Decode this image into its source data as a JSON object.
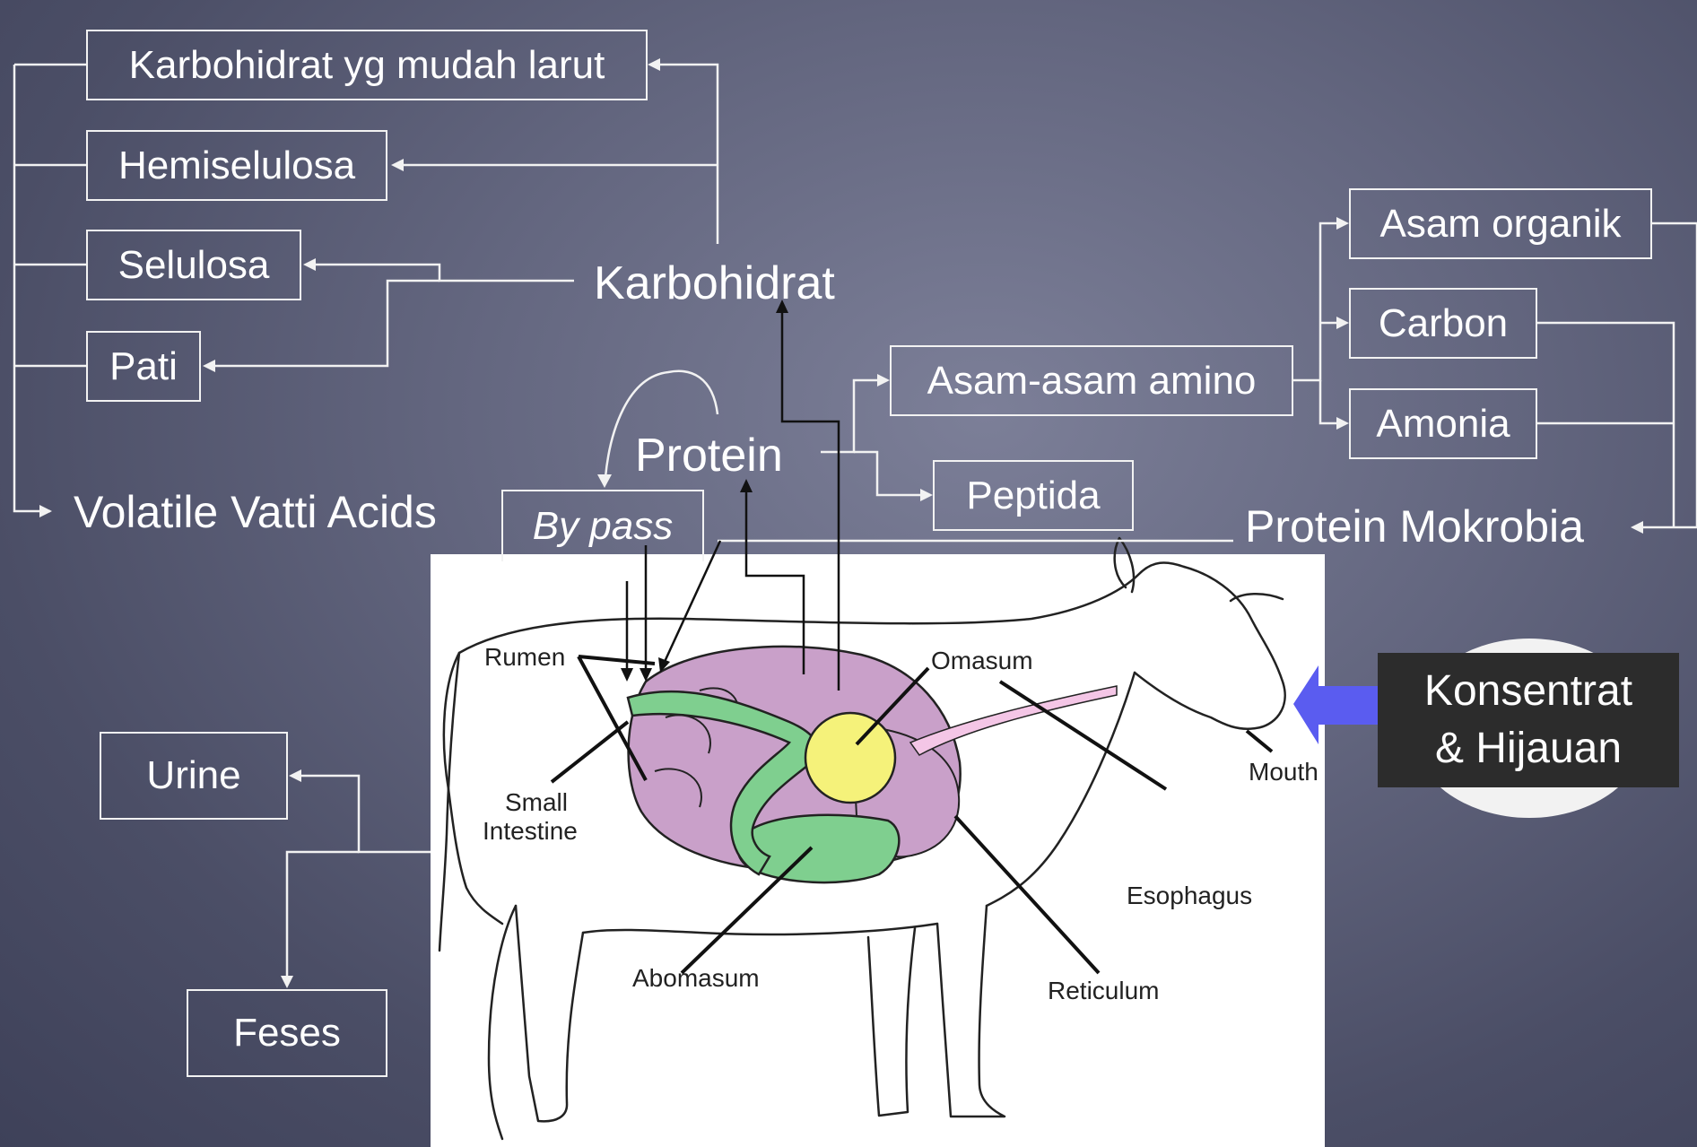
{
  "nodes": {
    "karbohidrat_mudah": "Karbohidrat yg mudah larut",
    "hemiselulosa": "Hemiselulosa",
    "selulosa": "Selulosa",
    "pati": "Pati",
    "karbohidrat": "Karbohidrat",
    "protein": "Protein",
    "vfa": "Volatile Vatti Acids",
    "bypass": "By pass",
    "asam_amino": "Asam-asam amino",
    "peptida": "Peptida",
    "asam_organik": "Asam organik",
    "carbon": "Carbon",
    "amonia": "Amonia",
    "protein_mikrobia": "Protein Mokrobia",
    "urine": "Urine",
    "feses": "Feses",
    "input_line1": "Konsentrat",
    "input_line2": "& Hijauan"
  },
  "cow_labels": {
    "rumen": "Rumen",
    "omasum": "Omasum",
    "small_intestine_1": "Small",
    "small_intestine_2": "Intestine",
    "mouth": "Mouth",
    "esophagus": "Esophagus",
    "abomasum": "Abomasum",
    "reticulum": "Reticulum"
  },
  "colors": {
    "rumen": "#c9a0c9",
    "intestine": "#7fcf8f",
    "omasum": "#f5f27a",
    "esophagus": "#f4c6e6",
    "arrow": "#5a5cf0"
  }
}
